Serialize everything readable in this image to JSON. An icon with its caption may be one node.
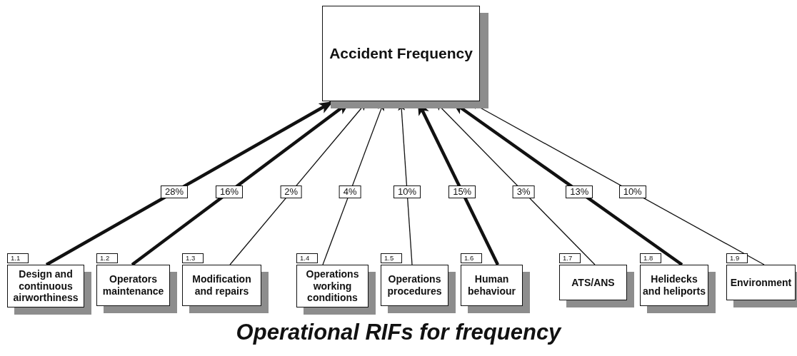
{
  "diagram": {
    "caption": "Operational RIFs for frequency",
    "nodes": [
      {
        "text": [
          "Accident Frequency"
        ]
      },
      {
        "text": [
          "1.1",
          "Design and continuous airworthiness"
        ]
      },
      {
        "text": [
          "1.2",
          "Operators maintenance"
        ]
      },
      {
        "text": [
          "1.3",
          "Modification and repairs"
        ]
      },
      {
        "text": [
          "1.4",
          "Operations working conditions"
        ]
      },
      {
        "text": [
          "1.5",
          "Operations procedures"
        ]
      },
      {
        "text": [
          "1.6",
          "Human behaviour"
        ]
      },
      {
        "text": [
          "1.7",
          "ATS/ANS"
        ]
      },
      {
        "text": [
          "1.8",
          "Helidecks and heliports"
        ]
      },
      {
        "text": [
          "1.9",
          "Environment"
        ]
      }
    ],
    "edges": [
      {
        "from": 1,
        "to": 0,
        "arrow": "to",
        "label": "28%",
        "style": "thick"
      },
      {
        "from": 2,
        "to": 0,
        "arrow": "to",
        "label": "16%",
        "style": "thick"
      },
      {
        "from": 3,
        "to": 0,
        "arrow": "to",
        "label": "2%"
      },
      {
        "from": 4,
        "to": 0,
        "arrow": "to",
        "label": "4%"
      },
      {
        "from": 5,
        "to": 0,
        "arrow": "to",
        "label": "10%"
      },
      {
        "from": 6,
        "to": 0,
        "arrow": "to",
        "label": "15%",
        "style": "thick"
      },
      {
        "from": 7,
        "to": 0,
        "arrow": "to",
        "label": "3%"
      },
      {
        "from": 8,
        "to": 0,
        "arrow": "to",
        "label": "13%",
        "style": "thick"
      },
      {
        "from": 9,
        "to": 0,
        "arrow": "to",
        "label": "10%"
      }
    ]
  }
}
